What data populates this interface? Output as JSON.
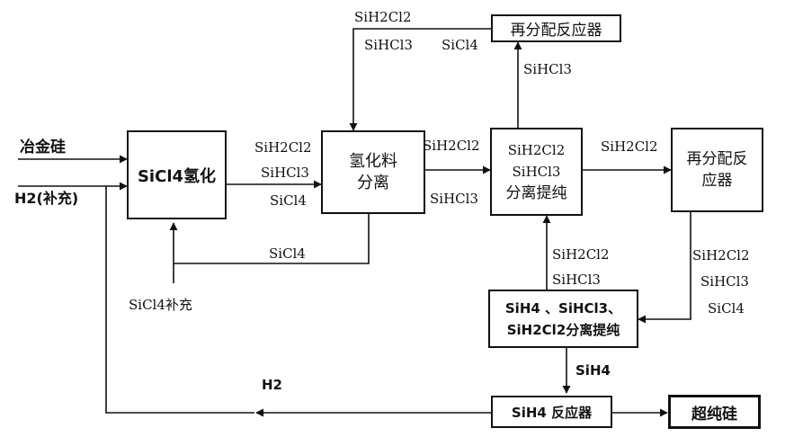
{
  "boxes": {
    "hydrogenation": "SiCl4氢化",
    "separation": [
      "氢化料",
      "分离"
    ],
    "purify": [
      "SiH2Cl2",
      "SiHCl3",
      "分离提纯"
    ],
    "redistribute_top": "再分配反应器",
    "redistribute_right": [
      "再分配反",
      "应器"
    ],
    "silane_purify": [
      "SiH4 、SiHCl3、",
      "SiH2Cl2分离提纯"
    ],
    "silane_reactor": "SiH4 反应器",
    "product": "超纯硅"
  },
  "labels": {
    "input_mg_si": "冶金硅",
    "input_h2": "H2(补充)",
    "hyd_out": [
      "SiH2Cl2",
      "SiHCl3",
      "SiCl4"
    ],
    "sicl4_return": "SiCl4",
    "sicl4_makeup": "SiCl4补充",
    "sep_to_purify": [
      "SiH2Cl2",
      "SiHCl3"
    ],
    "purify_to_redis_top": "SiHCl3",
    "redis_top_return": [
      "SiH2Cl2",
      "SiHCl3",
      "SiCl4"
    ],
    "purify_to_redis_right": "SiH2Cl2",
    "redis_right_out": [
      "SiH2Cl2",
      "SiHCl3",
      "SiCl4"
    ],
    "silane_up": [
      "SiH2Cl2",
      "SiHCl3"
    ],
    "silane_down": "SiH4",
    "h2_recycle": "H2"
  }
}
